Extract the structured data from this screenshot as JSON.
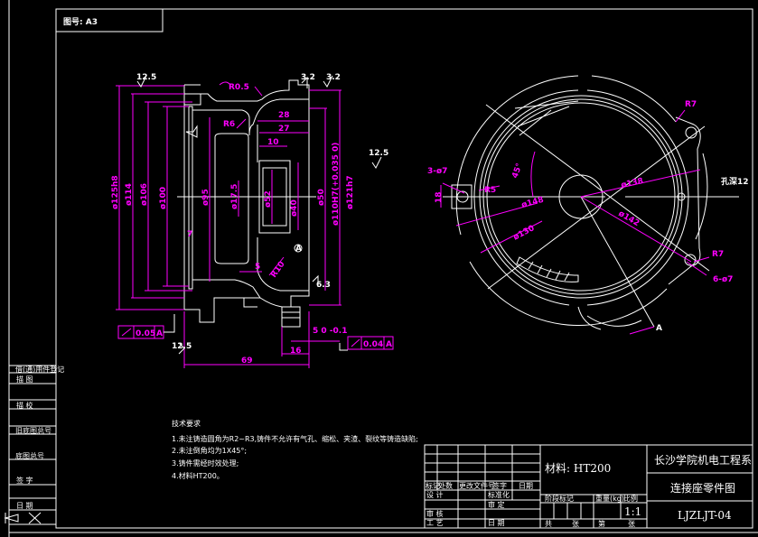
{
  "sheet": {
    "drawing_no": "图号: A3"
  },
  "colors": {
    "background": "#000000",
    "lines": "#ffffff",
    "dimensions": "#ff00ff"
  },
  "left_strip": [
    "借(通)用件登记",
    "描 图",
    "描 校",
    "旧底图总号",
    "底图总号",
    "签 字",
    "日 期"
  ],
  "section_view": {
    "roughness": [
      "12.5",
      "3.2",
      "3.2",
      "12.5",
      "6.3",
      "12.5"
    ],
    "dims": {
      "r05": "R0.5",
      "r6": "R6",
      "d28": "28",
      "d27": "27",
      "d10": "10",
      "d7": "7",
      "d125": "ø125h8",
      "d114": "ø114",
      "d106": "ø106",
      "d100": "ø100",
      "d95": "ø95",
      "d17_5": "ø17.5",
      "d52": "ø52",
      "d40": "ø40",
      "d50": "ø50",
      "d110": "ø110H7(+0.035 0)",
      "d121": "ø121h7",
      "d5": "5",
      "r10": "R10",
      "d16": "16",
      "d69": "69",
      "d5tol": "5 0 -0.1",
      "datum": "A"
    },
    "runout_left": {
      "value": "0.05",
      "datum": "A"
    },
    "runout_right": {
      "value": "0.04",
      "datum": "A"
    }
  },
  "plan_view": {
    "dims": {
      "holes3": "3-ø7",
      "d18": "18",
      "r5": "R5",
      "ang": "45°",
      "d148": "ø148",
      "d130": "ø130",
      "d138": "ø138",
      "d142": "ø142",
      "r7a": "R7",
      "r7b": "R7",
      "holes6": "6-ø7",
      "thread": "孔深12",
      "section": "A"
    }
  },
  "tech_requirements": {
    "title": "技术要求",
    "items": [
      "1.未注铸造圆角为R2~R3,铸件不允许有气孔、缩松、夹渣、裂纹等铸造缺陷;",
      "2.未注倒角均为1X45°;",
      "3.铸件需经时效处理;",
      "4.材料HT200。"
    ]
  },
  "title_block": {
    "material": "材料: HT200",
    "school": "长沙学院机电工程系",
    "part_name": "连接座零件图",
    "drawing_code": "LJZLJT-04",
    "scale": "1:1",
    "rev_headers": [
      "标记",
      "处数",
      "更改文件号",
      "签字",
      "日期"
    ],
    "rows": [
      "设 计",
      "标准化",
      "审 定",
      "审 核",
      "工 艺",
      "日 期"
    ],
    "stage_headers": [
      "阶段标记",
      "重量(kg)",
      "比例"
    ],
    "sheet_footer": [
      "共",
      "张",
      "第",
      "张"
    ]
  }
}
